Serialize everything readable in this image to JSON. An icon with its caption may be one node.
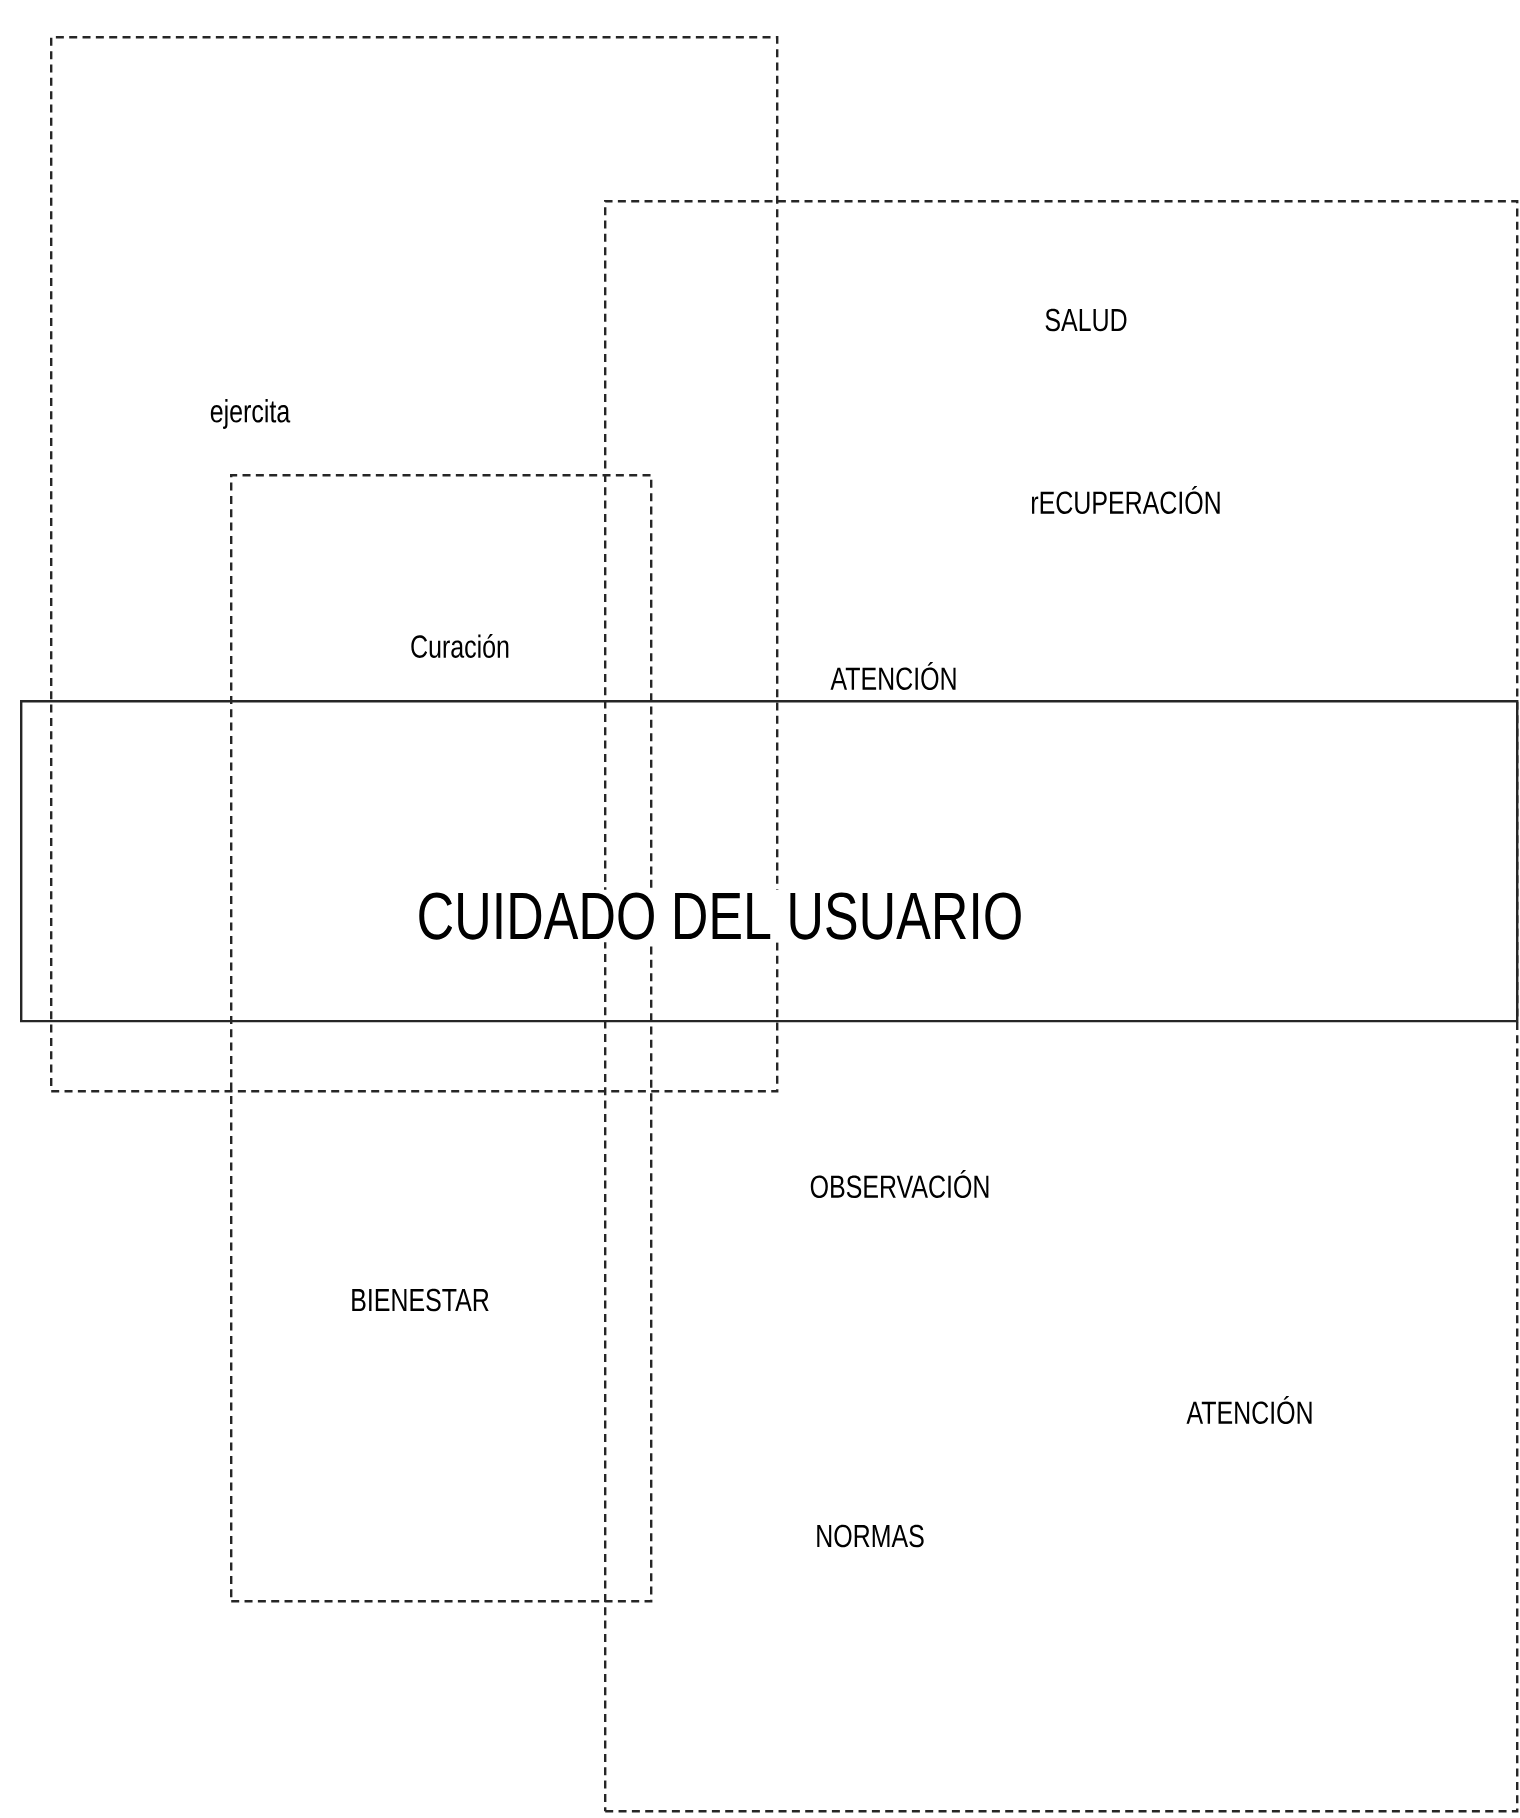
{
  "diagram": {
    "nodes": [
      {
        "text": [
          "ejercita"
        ]
      },
      {
        "text": [
          "SALUD",
          "rECUPERACIÓN",
          "ATENCIÓN",
          "OBSERVACIÓN",
          "ATENCIÓN",
          "NORMAS"
        ]
      },
      {
        "text": [
          "Curación",
          "BIENESTAR"
        ]
      },
      {
        "text": [
          "CUIDADO DEL USUARIO"
        ]
      }
    ]
  }
}
